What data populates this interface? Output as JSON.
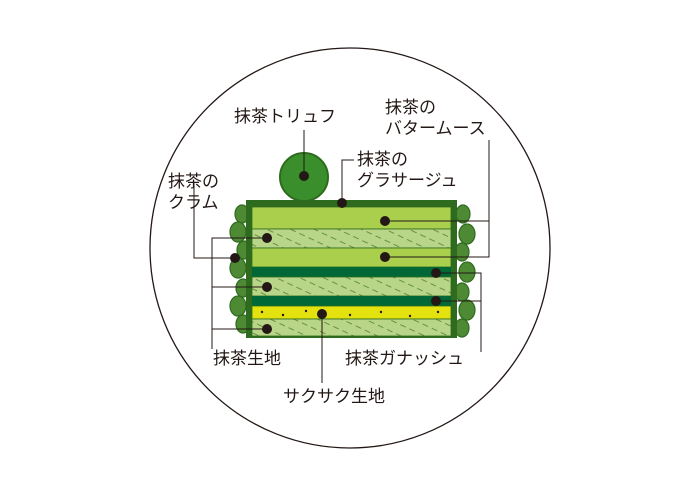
{
  "labels": {
    "truffle": "抹茶トリュフ",
    "mousse": [
      "抹茶の",
      "バタームース"
    ],
    "glacage": [
      "抹茶の",
      "グラサージュ"
    ],
    "crumble": [
      "抹茶の",
      "クラム"
    ],
    "sponge": "抹茶生地",
    "ganache": "抹茶ガナッシュ",
    "crispy": "サクサク生地"
  },
  "colors": {
    "outline": "#231815",
    "dark_green": "#2e6b1f",
    "crumb_green": "#4d8a33",
    "mousse_green": "#a9cf4d",
    "sponge_green": "#b9d587",
    "ganache_green": "#006837",
    "crispy_yellow": "#e3e10e",
    "truffle_green": "#3a8f2c"
  }
}
